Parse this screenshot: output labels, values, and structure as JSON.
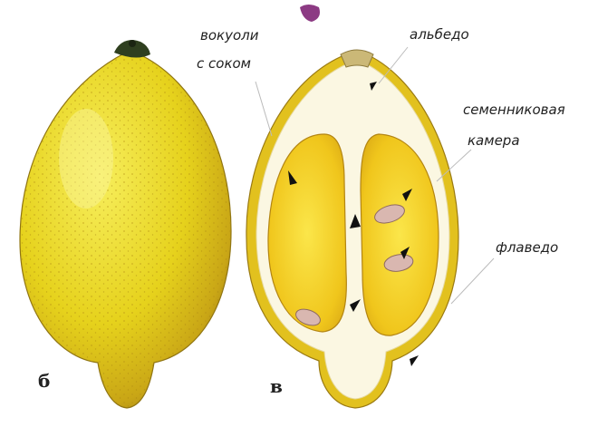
{
  "panels": {
    "whole": "б",
    "section": "в"
  },
  "labels": {
    "vacuoles_line1": "вокуоли",
    "vacuoles_line2": "с соком",
    "albedo": "альбедо",
    "seed_chamber_line1": "семенниковая",
    "seed_chamber_line2": "камера",
    "flavedo": "флаведо"
  },
  "colors": {
    "peel": "#e7d21a",
    "peel_shadow": "#b89414",
    "pulp": "#f2cc1a",
    "albedo": "#fbf7e2",
    "seed": "#d9b7b0",
    "stem": "#2f3f1f"
  }
}
